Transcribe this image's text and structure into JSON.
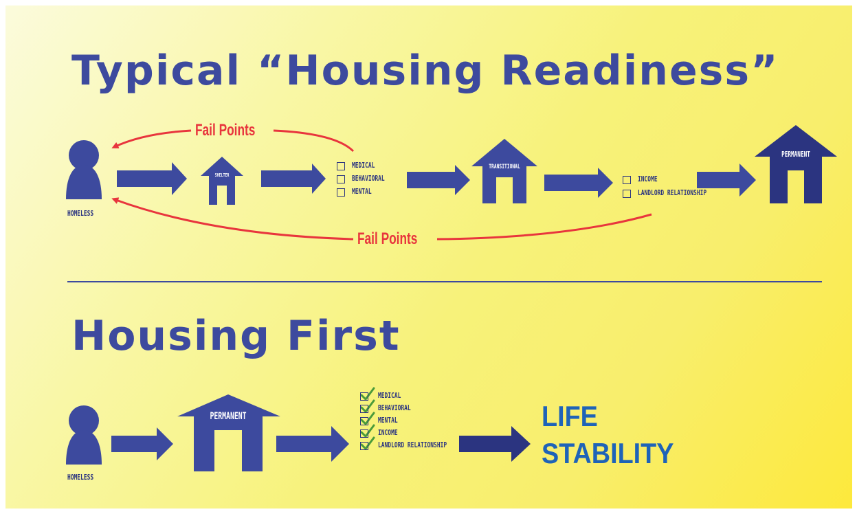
{
  "titles": {
    "readiness": "Typical “Housing Readiness”",
    "housing_first": "Housing First"
  },
  "readiness": {
    "person_label": "HOMELESS",
    "fail_top": "Fail Points",
    "fail_bottom": "Fail Points",
    "shelter_label": "SHELTER",
    "checklist1": [
      "MEDICAL",
      "BEHAVIORAL",
      "MENTAL"
    ],
    "transitional_label": "TRANSITIONAL",
    "checklist2": [
      "INCOME",
      "LANDLORD RELATIONSHIP"
    ],
    "permanent_label": "PERMANENT"
  },
  "housing_first": {
    "person_label": "HOMELESS",
    "permanent_label": "PERMANENT",
    "checklist": [
      "MEDICAL",
      "BEHAVIORAL",
      "MENTAL",
      "INCOME",
      "LANDLORD RELATIONSHIP"
    ],
    "outcome_line1": "LIFE",
    "outcome_line2": "STABILITY"
  },
  "colors": {
    "navy": "#3d4a9e",
    "dark_navy": "#2b3480",
    "red": "#e8353d",
    "blue": "#1e63b8",
    "green": "#4a9b3a"
  },
  "icons": [
    "person-icon",
    "house-icon",
    "arrow-right-icon",
    "checkbox-icon",
    "checkmark-icon",
    "curved-arrow-icon"
  ]
}
